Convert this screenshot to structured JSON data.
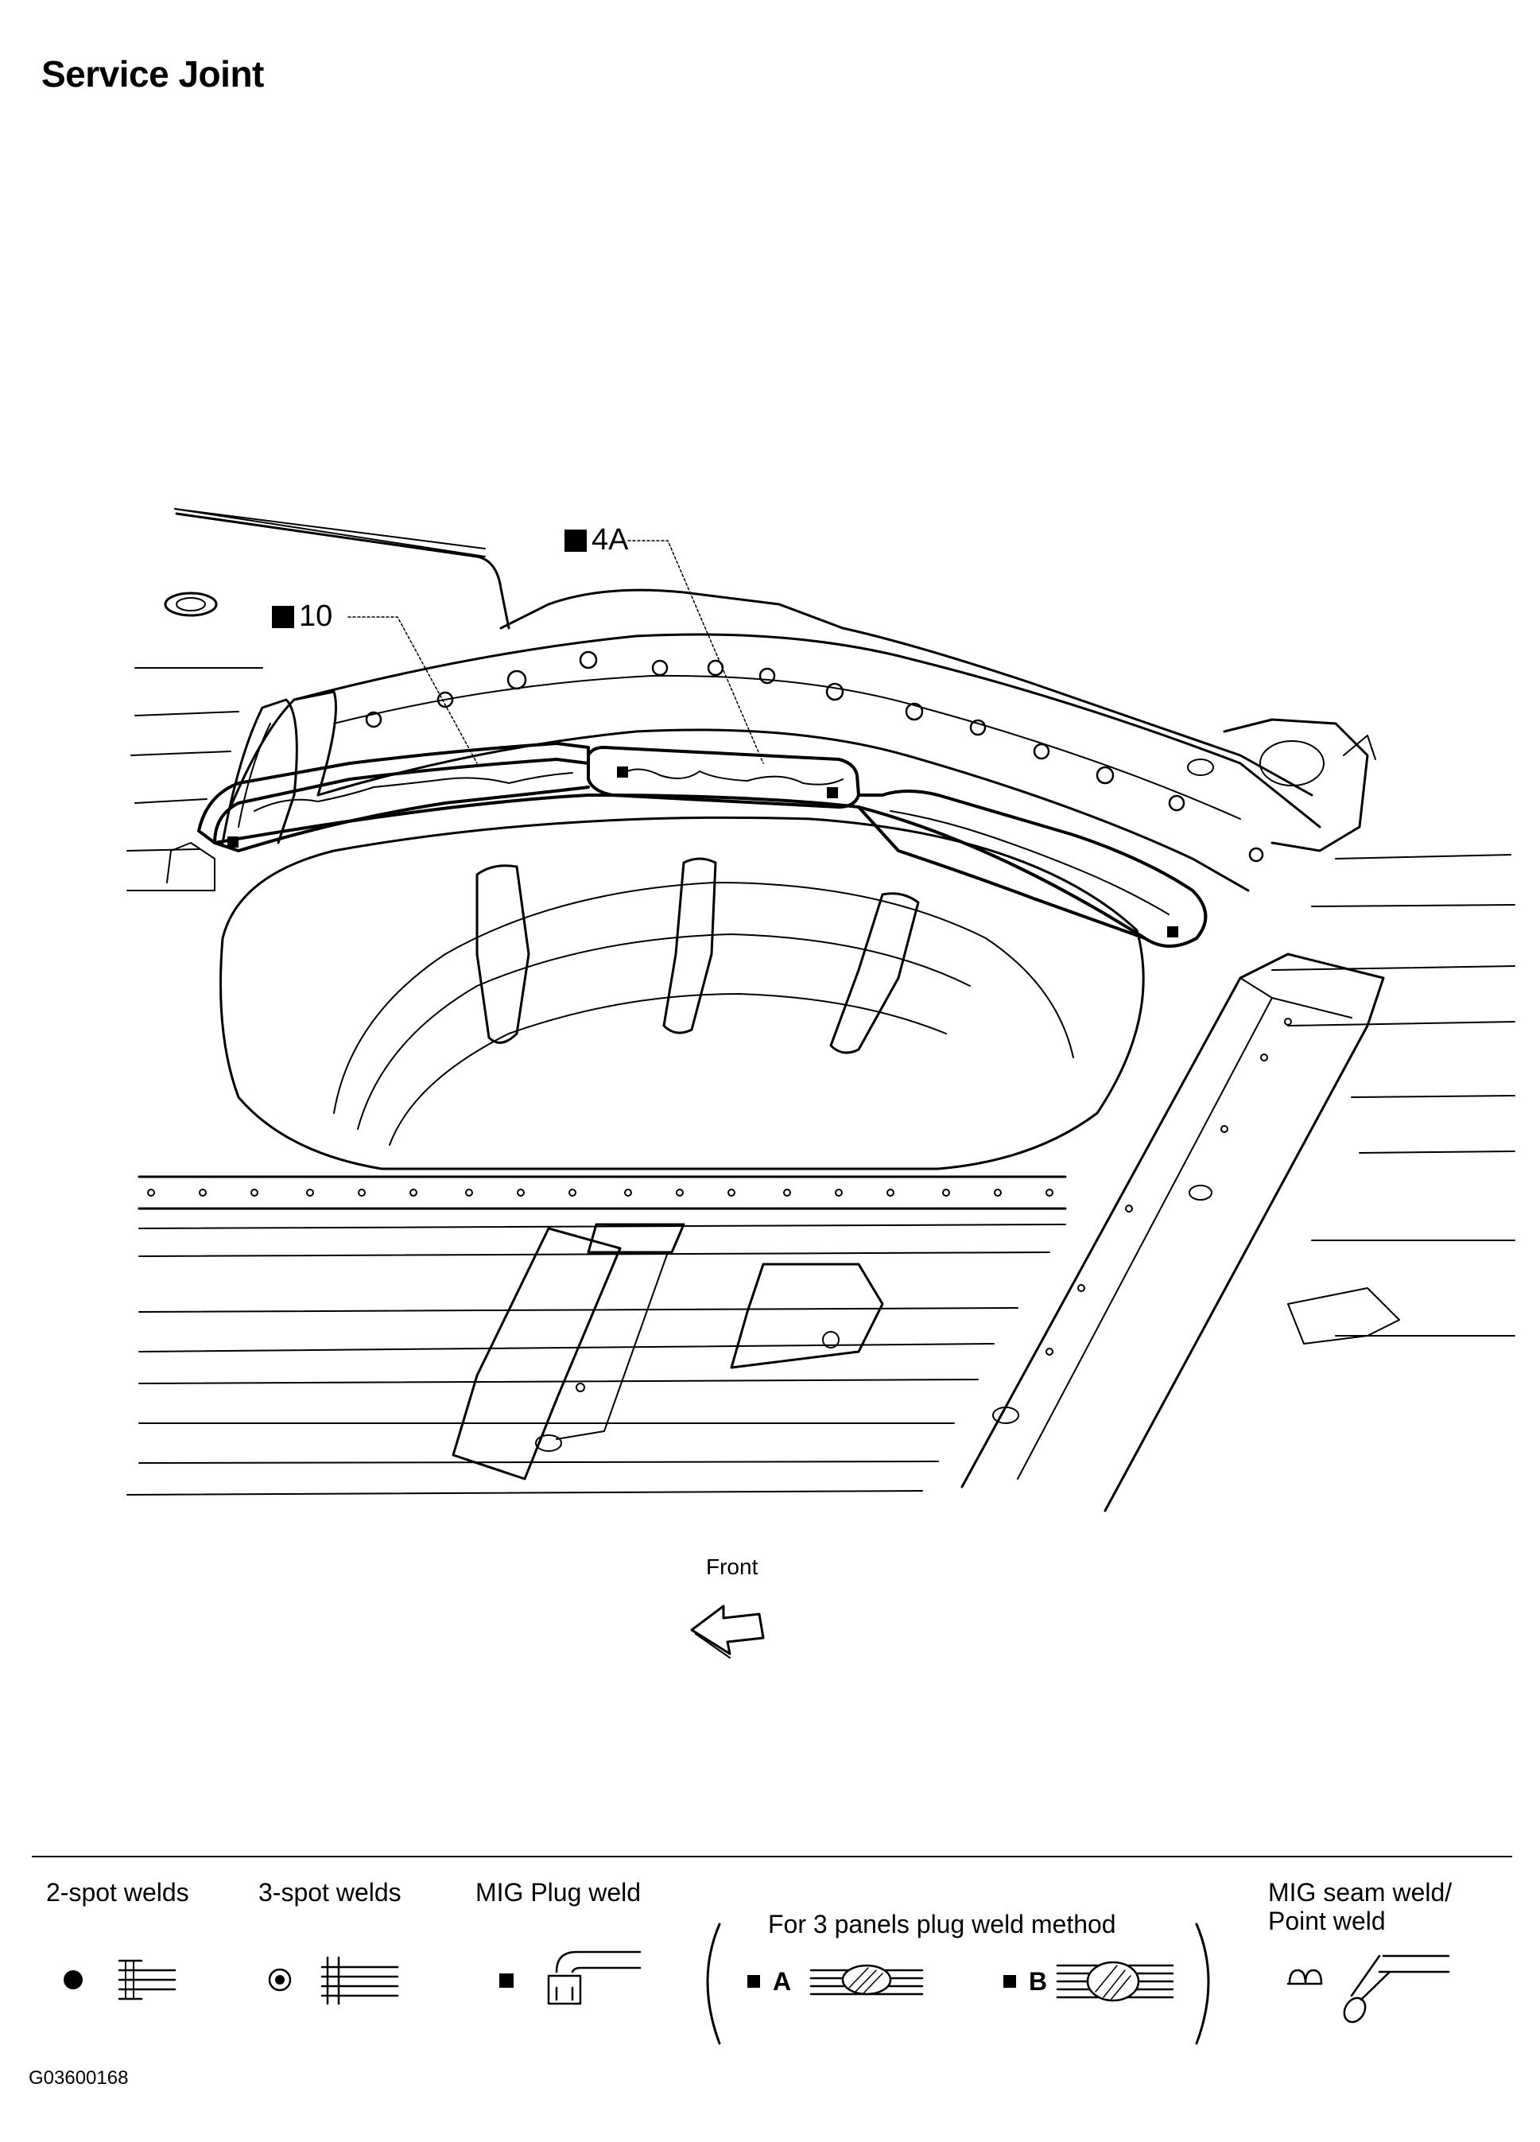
{
  "title": "Service Joint",
  "callouts": {
    "c4a": "4A",
    "c10": "10"
  },
  "front_label": "Front",
  "legend": {
    "two_spot": "2-spot welds",
    "three_spot": "3-spot welds",
    "mig_plug": "MIG Plug weld",
    "three_panels": "For 3 panels plug weld method",
    "method_a": "A",
    "method_b": "B",
    "mig_seam_line1": "MIG seam weld/",
    "mig_seam_line2": "Point weld"
  },
  "figure_code": "G03600168",
  "icons": [
    "filled-square-icon",
    "spot-dot-icon",
    "ringed-spot-icon",
    "seam-weld-icon",
    "front-arrow-icon"
  ]
}
